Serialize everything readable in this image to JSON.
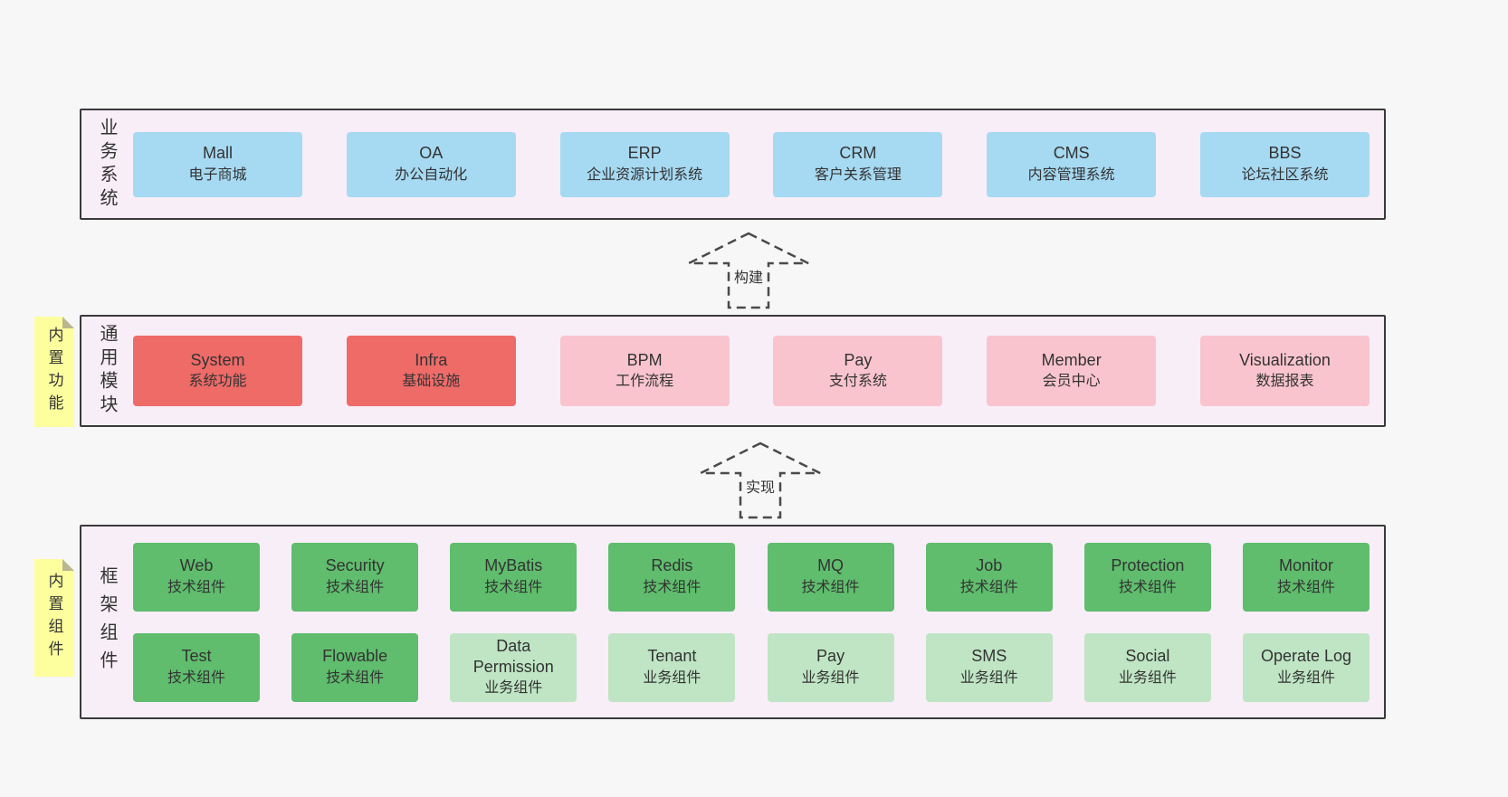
{
  "colors": {
    "page_bg": "#f7f7f7",
    "container_bg": "#f8eef7",
    "container_border": "#3a3a3a",
    "business_box": "#a6d9f2",
    "core_module_box": "#ee6b68",
    "module_box": "#f9c4ce",
    "tech_component_box": "#5fbd6d",
    "biz_component_box": "#bfe5c4",
    "sticky_note": "#fdff9e",
    "arrow_stroke": "#4a4a4a",
    "text": "#333333"
  },
  "business": {
    "label": "业务系统",
    "items": [
      {
        "title": "Mall",
        "subtitle": "电子商城"
      },
      {
        "title": "OA",
        "subtitle": "办公自动化"
      },
      {
        "title": "ERP",
        "subtitle": "企业资源计划系统"
      },
      {
        "title": "CRM",
        "subtitle": "客户关系管理"
      },
      {
        "title": "CMS",
        "subtitle": "内容管理系统"
      },
      {
        "title": "BBS",
        "subtitle": "论坛社区系统"
      }
    ]
  },
  "arrow_build": {
    "label": "构建"
  },
  "modules": {
    "label": "通用模块",
    "sticky": "内置功能",
    "items": [
      {
        "title": "System",
        "subtitle": "系统功能"
      },
      {
        "title": "Infra",
        "subtitle": "基础设施"
      },
      {
        "title": "BPM",
        "subtitle": "工作流程"
      },
      {
        "title": "Pay",
        "subtitle": "支付系统"
      },
      {
        "title": "Member",
        "subtitle": "会员中心"
      },
      {
        "title": "Visualization",
        "subtitle": "数据报表"
      }
    ]
  },
  "arrow_implement": {
    "label": "实现"
  },
  "components": {
    "label": "框架组件",
    "sticky": "内置组件",
    "row1": [
      {
        "title": "Web",
        "subtitle": "技术组件"
      },
      {
        "title": "Security",
        "subtitle": "技术组件"
      },
      {
        "title": "MyBatis",
        "subtitle": "技术组件"
      },
      {
        "title": "Redis",
        "subtitle": "技术组件"
      },
      {
        "title": "MQ",
        "subtitle": "技术组件"
      },
      {
        "title": "Job",
        "subtitle": "技术组件"
      },
      {
        "title": "Protection",
        "subtitle": "技术组件"
      },
      {
        "title": "Monitor",
        "subtitle": "技术组件"
      }
    ],
    "row2": [
      {
        "title": "Test",
        "subtitle": "技术组件"
      },
      {
        "title": "Flowable",
        "subtitle": "技术组件"
      },
      {
        "title": "Data Permission",
        "subtitle": "业务组件"
      },
      {
        "title": "Tenant",
        "subtitle": "业务组件"
      },
      {
        "title": "Pay",
        "subtitle": "业务组件"
      },
      {
        "title": "SMS",
        "subtitle": "业务组件"
      },
      {
        "title": "Social",
        "subtitle": "业务组件"
      },
      {
        "title": "Operate Log",
        "subtitle": "业务组件"
      }
    ]
  }
}
